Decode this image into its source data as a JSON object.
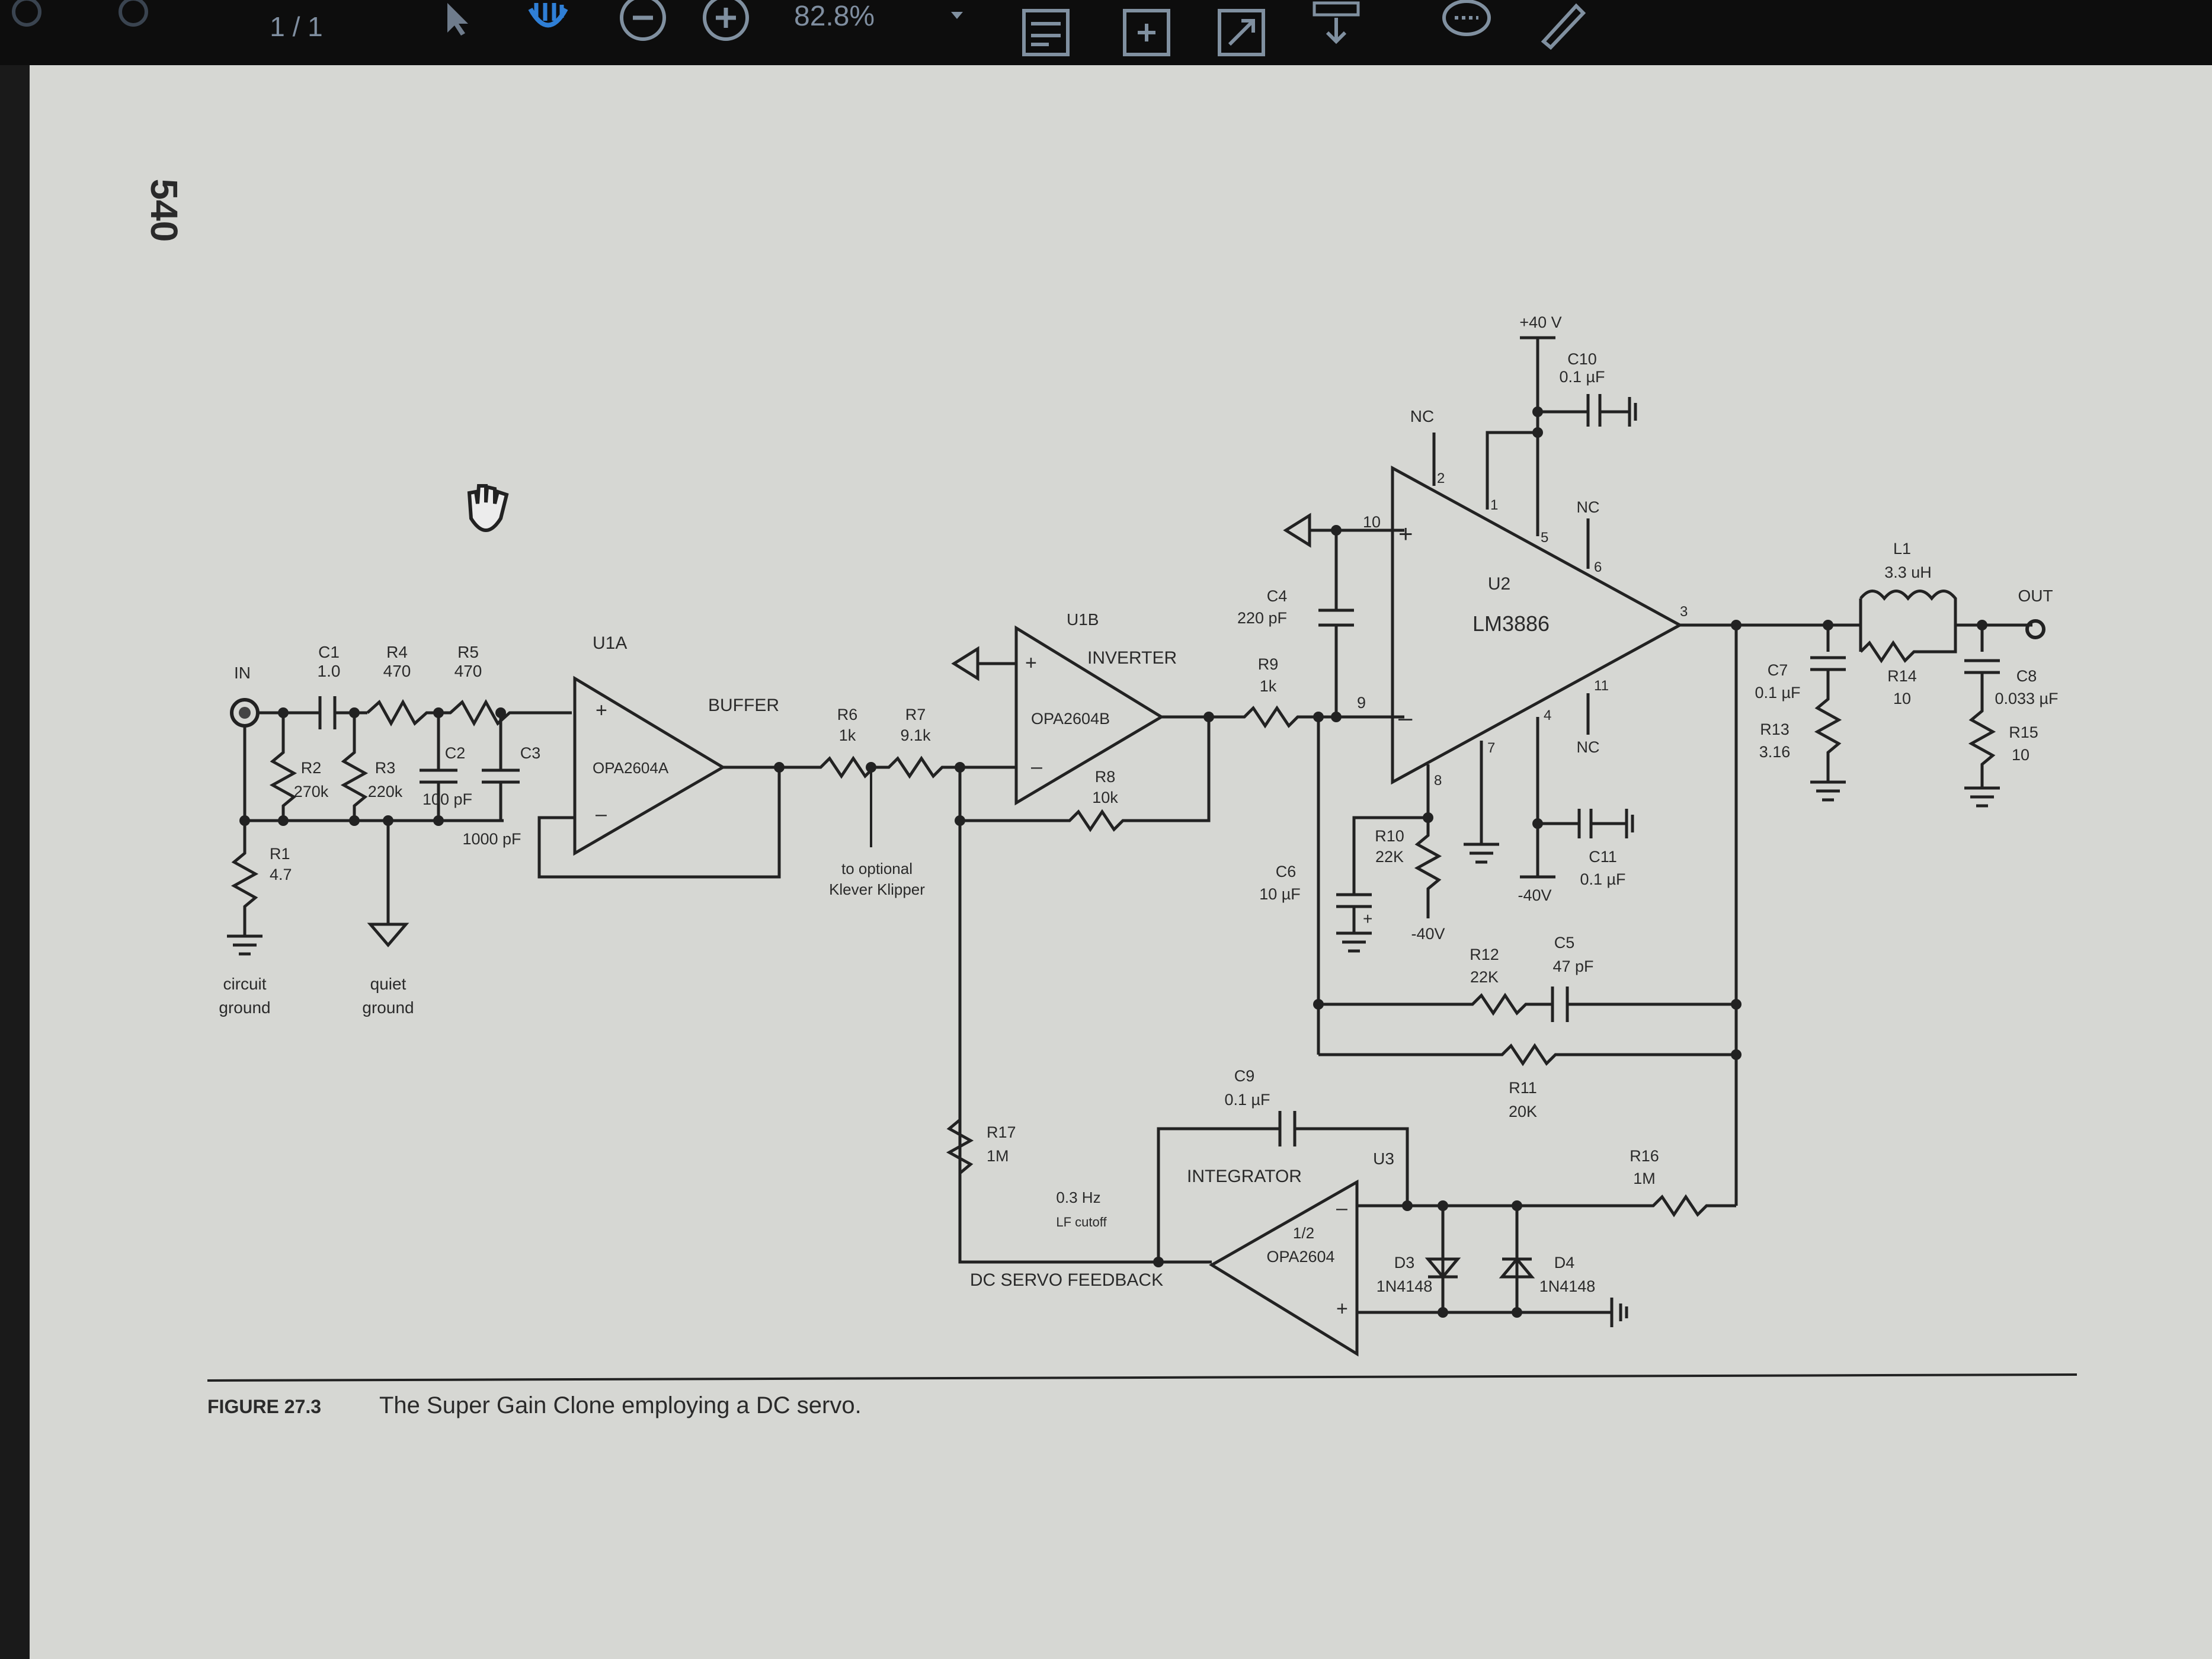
{
  "toolbar": {
    "page_indicator": "1 / 1",
    "zoom": "82.8%",
    "icons": [
      "select-arrow-icon",
      "hand-tool-icon",
      "zoom-out-icon",
      "zoom-in-icon",
      "zoom-dropdown-icon",
      "fit-page-icon",
      "fit-width-icon",
      "fullscreen-icon",
      "download-icon",
      "comment-icon",
      "draw-icon"
    ]
  },
  "page": {
    "page_number": "540",
    "caption_label": "FIGURE 27.3",
    "caption_text": "The Super Gain Clone employing a DC servo."
  },
  "schematic": {
    "in_label": "IN",
    "out_label": "OUT",
    "circuit_ground": [
      "circuit",
      "ground"
    ],
    "quiet_ground": [
      "quiet",
      "ground"
    ],
    "c1": [
      "C1",
      "1.0"
    ],
    "r4": [
      "R4",
      "470"
    ],
    "r5": [
      "R5",
      "470"
    ],
    "r2": [
      "R2",
      "270k"
    ],
    "r3": [
      "R3",
      "220k"
    ],
    "c2": [
      "C2",
      "100 pF"
    ],
    "c3": [
      "C3",
      "1000 pF"
    ],
    "r1": [
      "R1",
      "4.7"
    ],
    "u1a": "U1A",
    "buffer": "BUFFER",
    "u1a_part": "OPA2604A",
    "r6": [
      "R6",
      "1k"
    ],
    "r7": [
      "R7",
      "9.1k"
    ],
    "kipper_note": [
      "to optional",
      "Klever Klipper"
    ],
    "u1b": "U1B",
    "inverter": "INVERTER",
    "u1b_part": "OPA2604B",
    "r8": [
      "R8",
      "10k"
    ],
    "c4": [
      "C4",
      "220 pF"
    ],
    "r9": [
      "R9",
      "1k"
    ],
    "pins": {
      "p10": "10",
      "p9": "9",
      "p2": "2",
      "p1": "1",
      "p5": "5",
      "p6": "6",
      "p3": "3",
      "p4": "4",
      "p11": "11",
      "p7": "7",
      "p8": "8"
    },
    "nc": "NC",
    "u2": "U2",
    "u2_part": "LM3886",
    "plus40": "+40 V",
    "minus40": "-40V",
    "c10": [
      "C10",
      "0.1 µF"
    ],
    "c11": [
      "C11",
      "0.1 µF"
    ],
    "r10": [
      "R10",
      "22K"
    ],
    "c6": [
      "C6",
      "10 µF"
    ],
    "r12": [
      "R12",
      "22K"
    ],
    "c5": [
      "C5",
      "47 pF"
    ],
    "r11": [
      "R11",
      "20K"
    ],
    "l1": [
      "L1",
      "3.3 uH"
    ],
    "c7": [
      "C7",
      "0.1 µF"
    ],
    "r13": [
      "R13",
      "3.16"
    ],
    "r14": [
      "R14",
      "10"
    ],
    "c8": [
      "C8",
      "0.033 µF"
    ],
    "r15": [
      "R15",
      "10"
    ],
    "c9": [
      "C9",
      "0.1 µF"
    ],
    "r17": [
      "R17",
      "1M"
    ],
    "cutoff": [
      "0.3 Hz",
      "LF cutoff"
    ],
    "integrator": "INTEGRATOR",
    "u3": "U3",
    "u3_part": [
      "1/2",
      "OPA2604"
    ],
    "r16": [
      "R16",
      "1M"
    ],
    "d3": [
      "D3",
      "1N4148"
    ],
    "d4": [
      "D4",
      "1N4148"
    ],
    "servo_feedback": "DC SERVO FEEDBACK",
    "plus_sign": "+",
    "minus_sign": "–"
  }
}
